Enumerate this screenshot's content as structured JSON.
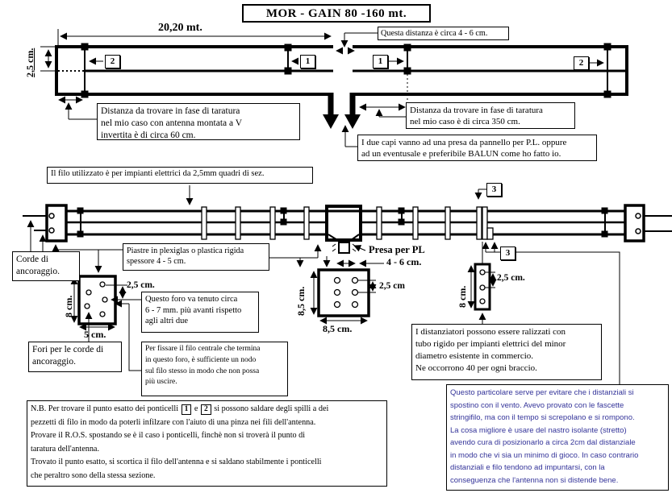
{
  "title": "MOR - GAIN  80 -160 mt.",
  "colors": {
    "ink": "#000000",
    "note_blue": "#333399"
  },
  "top_diagram": {
    "span_label": "20,20 mt.",
    "height_label": "2,5 cm.",
    "jumper1": "1",
    "jumper2": "2",
    "gap_note": "Questa distanza è circa 4 - 6 cm.",
    "left_tuning_note": "Distanza da trovare in fase di taratura\nnel mio caso con antenna montata a V\ninvertita è di circa 60 cm.",
    "right_tuning_note": "Distanza da trovare in fase di taratura\nnel mio caso è di circa 350 cm.",
    "feed_note": "I due capi vanno ad una presa da pannello per P.L. oppure\nad un eventusale e preferibile BALUN come ho fatto io."
  },
  "middle_diagram": {
    "wire_note": "Il filo utilizzato è per impianti elettrici da 2,5mm quadri di sez.",
    "anchor_label": "Corde di\nancoraggio.",
    "plates_note": "Piastre in plexiglas o plastica rigida\nspessore 4 - 5 cm.",
    "feed_label": "Presa per PL",
    "gap_label": "4 - 6 cm.",
    "spacer3": "3"
  },
  "left_plate_detail": {
    "height_label": "8 cm.",
    "width_label": "5 cm.",
    "hole_gap_label": "2,5 cm.",
    "offset_hole_note": "Questo foro va tenuto circa\n6 - 7 mm. più avanti rispetto\nagli altri due",
    "anchor_holes_note": "Fori per le corde di\nancoraggio.",
    "center_wire_note": "Per fissare il filo centrale che termina\nin questo foro, è sufficiente un nodo\nsul filo stesso in modo che non possa\npiù uscire."
  },
  "center_plate_detail": {
    "height_label": "8,5 cm.",
    "width_label": "8,5 cm.",
    "hole_gap_label": "2,5 cm"
  },
  "spacer_detail": {
    "height_label": "8 cm.",
    "hole_gap_label": "2,5 cm.",
    "note": "I distanziatori possono essere ralizzati con\ntubo rigido per impianti elettrici del minor\ndiametro esistente in commercio.\nNe occorrono 40 per ogni braccio."
  },
  "notes": {
    "nb": {
      "p1": "N.B. Per trovare il punto esatto dei ponticelli",
      "b1": "1",
      "p2": "e",
      "b2": "2",
      "p3": "si possono saldare degli spilli a dei",
      "lines": [
        "pezzetti di filo in modo da poterli infilzare con l'aiuto di una pinza nei fili dell'antenna.",
        "Provare il R.O.S. spostando se è il caso i ponticelli, finchè non si troverà il punto di",
        "taratura dell'antenna.",
        "Trovato il punto esatto, si scortica il filo dell'antenna e si saldano stabilmente i ponticelli",
        "che peraltro sono della stessa sezione."
      ]
    },
    "tape_note": "Questo particolare serve per evitare che i distanziali si\nspostino con il vento. Avevo provato con le fascette\nstringifilo, ma con il tempo si screpolano e si rompono.\nLa cosa migliore è usare del nastro isolante (stretto)\navendo cura di posizionarlo a circa 2cm dal distanziale\nin modo che vi sia un minimo di gioco. In caso contrario\ndistanziali e filo tendono ad impuntarsi, con la\nconseguenza che l'antenna non si distende bene."
  }
}
